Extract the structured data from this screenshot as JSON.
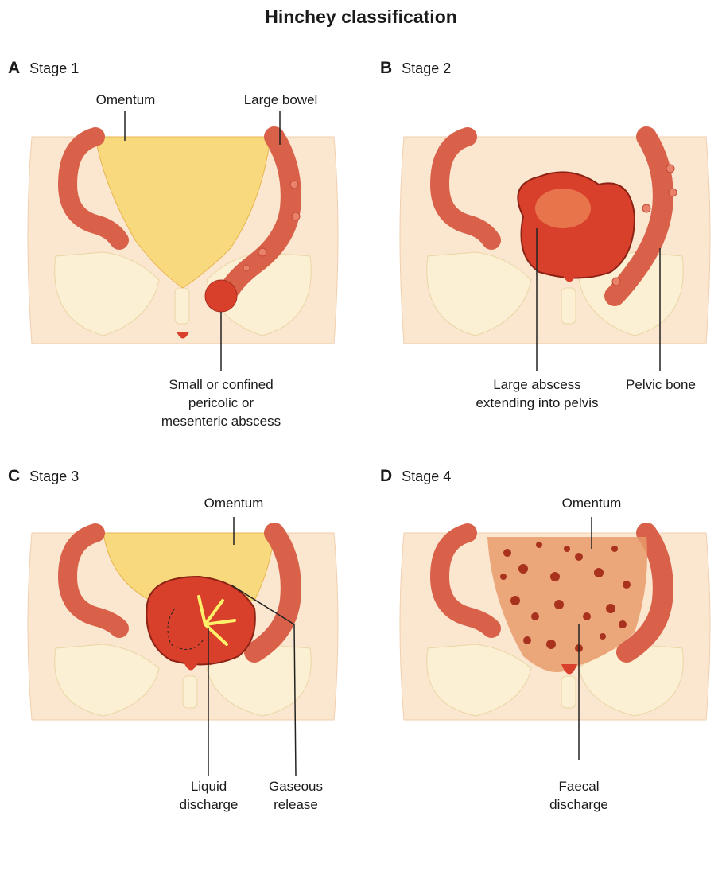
{
  "title": "Hinchey classification",
  "colors": {
    "skin": "#fbe6cf",
    "bone": "#fcf0d4",
    "omentum": "#f9d97e",
    "bowel": "#d9614a",
    "abscess": "#d8402c",
    "stool": "#a8321e",
    "gas": "#fff06a",
    "line": "#222222"
  },
  "panels": [
    {
      "letter": "A",
      "stage": "Stage 1",
      "labels": {
        "omentum": "Omentum",
        "bowel": "Large bowel",
        "abscess": [
          "Small or confined",
          "pericolic or",
          "mesenteric abscess"
        ]
      }
    },
    {
      "letter": "B",
      "stage": "Stage 2",
      "labels": {
        "abscess": [
          "Large abscess",
          "extending into pelvis"
        ],
        "bone": "Pelvic bone"
      }
    },
    {
      "letter": "C",
      "stage": "Stage 3",
      "labels": {
        "omentum": "Omentum",
        "liquid": [
          "Liquid",
          "discharge"
        ],
        "gas": [
          "Gaseous",
          "release"
        ]
      }
    },
    {
      "letter": "D",
      "stage": "Stage 4",
      "labels": {
        "omentum": "Omentum",
        "faecal": [
          "Faecal",
          "discharge"
        ]
      }
    }
  ]
}
